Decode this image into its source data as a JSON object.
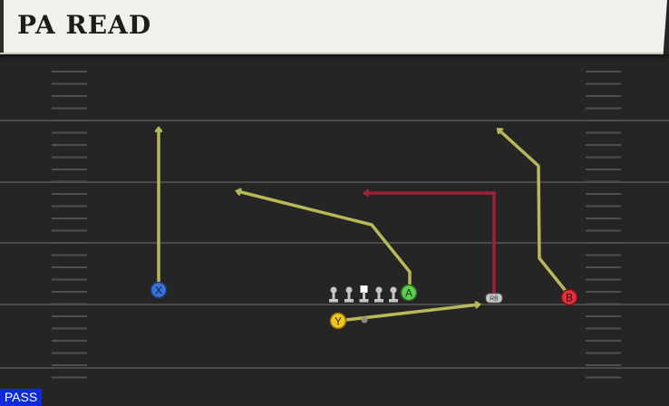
{
  "play": {
    "title": "PA READ",
    "type_badge": "PASS"
  },
  "players": {
    "x": {
      "label": "X",
      "color": "#3a73d6"
    },
    "a": {
      "label": "A",
      "color": "#5fcd4f"
    },
    "y": {
      "label": "Y",
      "color": "#f0c51d"
    },
    "b": {
      "label": "B",
      "color": "#e0343c"
    },
    "rb": {
      "label": "RB",
      "color": "#c9c9c9"
    }
  },
  "colors": {
    "route_primary": "#b8b85a",
    "route_highlight": "#a0203a",
    "yard_line": "#4a4a4a",
    "hash_mark": "#4f4f4f",
    "lineman": "#c8c8c8",
    "center": "#ffffff"
  }
}
